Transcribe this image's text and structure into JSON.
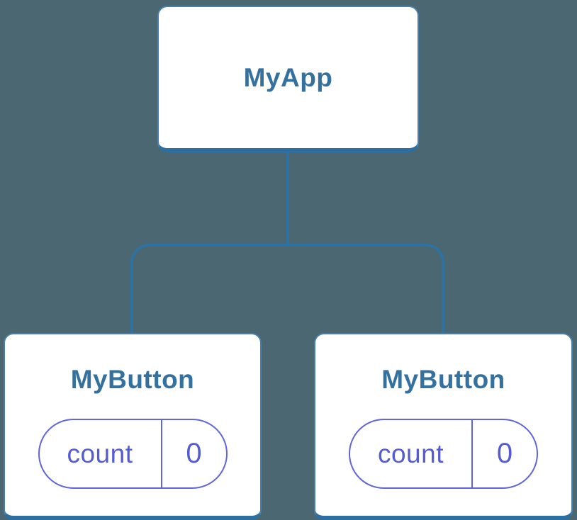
{
  "diagram": {
    "title_hint": "component-tree",
    "root": {
      "label": "MyApp"
    },
    "children": [
      {
        "label": "MyButton",
        "state": {
          "key": "count",
          "value": "0"
        }
      },
      {
        "label": "MyButton",
        "state": {
          "key": "count",
          "value": "0"
        }
      }
    ],
    "colors": {
      "background": "#4b6771",
      "card_background": "#ffffff",
      "card_border": "#4a7fa9",
      "card_border_bottom": "#2d6fa0",
      "connector_line": "#2e72a2",
      "node_title_text": "#35719f",
      "state_pill_border": "#6065d8",
      "state_pill_text": "#555bd0"
    }
  }
}
